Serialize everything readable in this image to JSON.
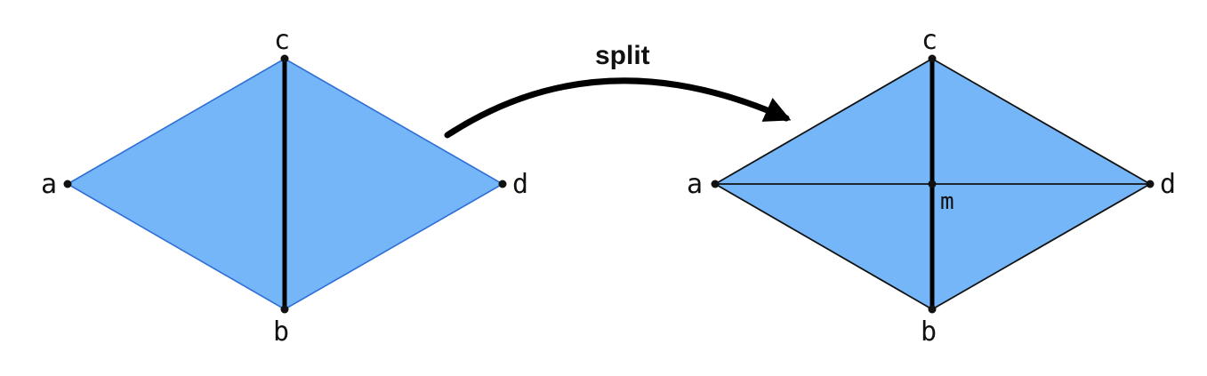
{
  "operation": {
    "label": "split"
  },
  "before": {
    "vertices": {
      "a": "a",
      "b": "b",
      "c": "c",
      "d": "d"
    }
  },
  "after": {
    "vertices": {
      "a": "a",
      "b": "b",
      "c": "c",
      "d": "d",
      "m": "m"
    }
  },
  "colors": {
    "fill": "#74b6f7",
    "edge_before": "#2f6fd6",
    "edge_after": "#111111",
    "highlight_edge": "#000000",
    "vertex": "#111111"
  }
}
